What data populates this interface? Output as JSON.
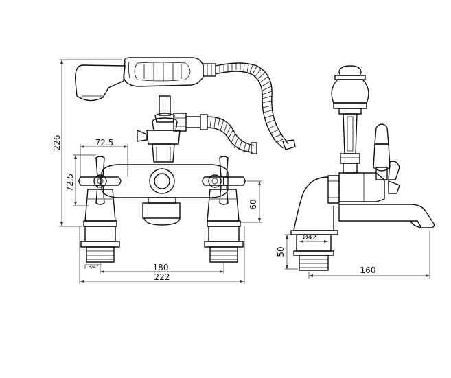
{
  "dimensions": {
    "height_total": "226",
    "handle_span": "72.5",
    "handle_height": "72.5",
    "spout_height": "60",
    "centers": "180",
    "overall_width": "222",
    "base_height": "50",
    "base_diameter": "Ø42",
    "reach": "160",
    "thread": "3/4\""
  }
}
